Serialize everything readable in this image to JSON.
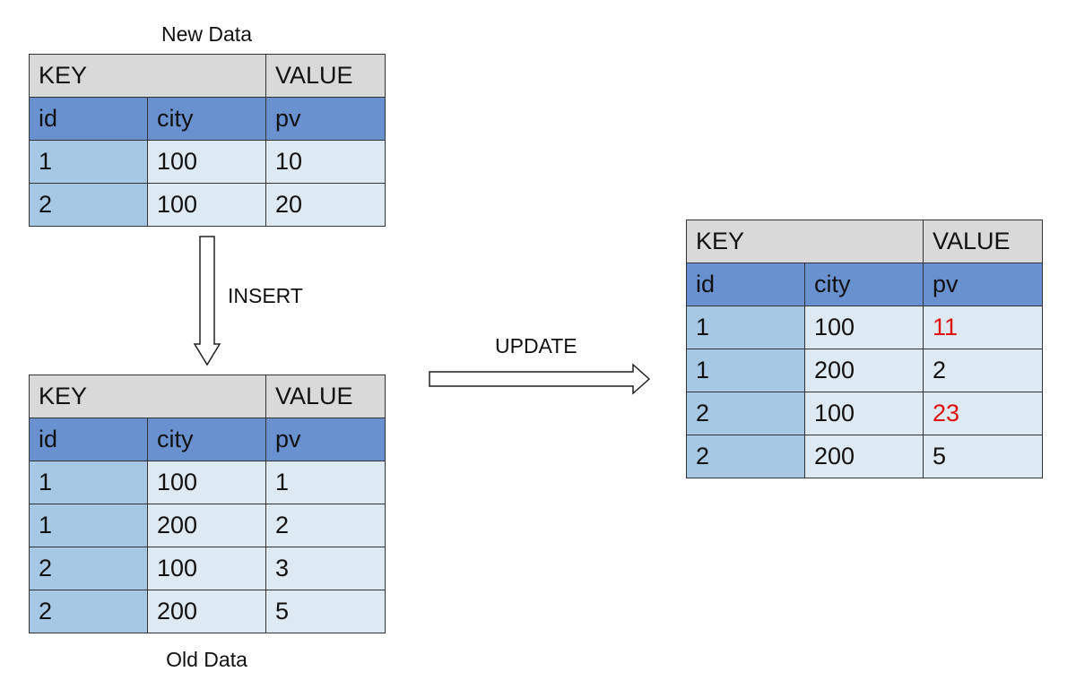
{
  "new_table": {
    "caption": "New Data",
    "key_header": "KEY",
    "value_header": "VALUE",
    "columns": [
      "id",
      "city",
      "pv"
    ],
    "rows": [
      [
        "1",
        "100",
        "10"
      ],
      [
        "2",
        "100",
        "20"
      ]
    ]
  },
  "old_table": {
    "caption": "Old Data",
    "key_header": "KEY",
    "value_header": "VALUE",
    "columns": [
      "id",
      "city",
      "pv"
    ],
    "rows": [
      [
        "1",
        "100",
        "1"
      ],
      [
        "1",
        "200",
        "2"
      ],
      [
        "2",
        "100",
        "3"
      ],
      [
        "2",
        "200",
        "5"
      ]
    ]
  },
  "result_table": {
    "key_header": "KEY",
    "value_header": "VALUE",
    "columns": [
      "id",
      "city",
      "pv"
    ],
    "rows": [
      [
        "1",
        "100",
        "11"
      ],
      [
        "1",
        "200",
        "2"
      ],
      [
        "2",
        "100",
        "23"
      ],
      [
        "2",
        "200",
        "5"
      ]
    ],
    "highlighted_values": [
      "11",
      "23"
    ]
  },
  "arrows": {
    "insert_label": "INSERT",
    "update_label": "UPDATE"
  },
  "colors": {
    "key_header_bg": "#d9d9d9",
    "column_header_bg": "#6a91cf",
    "key_cell_bg": "#a6c8e4",
    "cell_bg": "#dde9f3",
    "highlight_text": "#e00f0f"
  },
  "icons": [
    "down-arrow-icon",
    "right-arrow-icon"
  ]
}
